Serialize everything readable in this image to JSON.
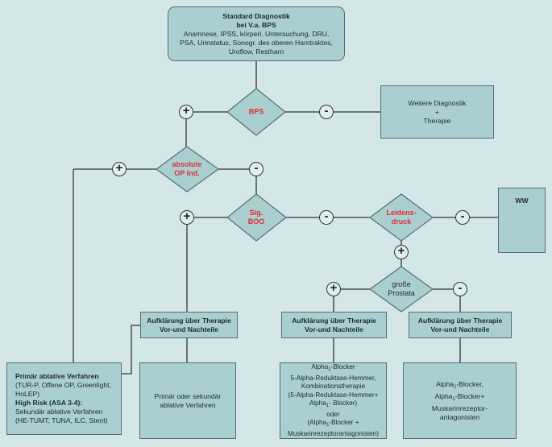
{
  "start": {
    "title": "Standard Diagnostik",
    "subtitle": "bei V.a. BPS",
    "line1": "Anamnese, IPSS, körperl. Untersuchung, DRU,",
    "line2": "PSA, Urinstatus, Sonogr. des oberen Harntraktes,",
    "line3": "Uroflow, Restharn"
  },
  "decisions": {
    "bps": "BPS",
    "op_line1": "absolute",
    "op_line2": "OP Ind.",
    "boo_line1": "Sig.",
    "boo_line2": "BOO",
    "leid_line1": "Leidens-",
    "leid_line2": "druck",
    "prostata_line1": "große",
    "prostata_line2": "Prostata"
  },
  "signs": {
    "plus": "+",
    "minus": "-"
  },
  "further": {
    "line1": "Weitere Diagnostik",
    "line2": "+",
    "line3": "Therapie"
  },
  "ww": "WW",
  "aufklaerung": {
    "line1": "Aufklärung über Therapie",
    "line2": "Vor-und Nachteile"
  },
  "primaer": {
    "heading1": "Primär ablative Verfahren",
    "text1": "(TUR-P, Offene OP, Greenlight,",
    "text2": "HoLEP)",
    "heading2": "High Risk (ASA 3-4):",
    "text3": "Sekundär ablative Verfahren",
    "text4": "(HE-TUMT, TUNA, ILC, Stent)"
  },
  "ablativ": {
    "line1": "Primär oder sekundär",
    "line2": "ablative Verfahren"
  },
  "combo": {
    "l1a": "Alpha",
    "l1sub": "1",
    "l1b": "-Blocker",
    "l2": "5-Alpha-Reduktase-Hemmer,",
    "l3": "Kombinationstherapie",
    "l4": "(5-Alpha-Reduktase-Hemmer+",
    "l5a": "Alpha",
    "l5sub": "1",
    "l5b": "- Blocker)",
    "l6": "oder",
    "l7a": "(Alpha",
    "l7sub": "1",
    "l7b": "-Blocker +",
    "l8": "Muskarinrezeptorantagonisten)"
  },
  "alpha": {
    "l1a": "Alpha",
    "l1sub": "1",
    "l1b": "-Blocker,",
    "l2a": "Alpha",
    "l2sub": "1",
    "l2b": "-Blocker+",
    "l3": "Muskarinrezeptor-",
    "l4": "antagonisten"
  }
}
